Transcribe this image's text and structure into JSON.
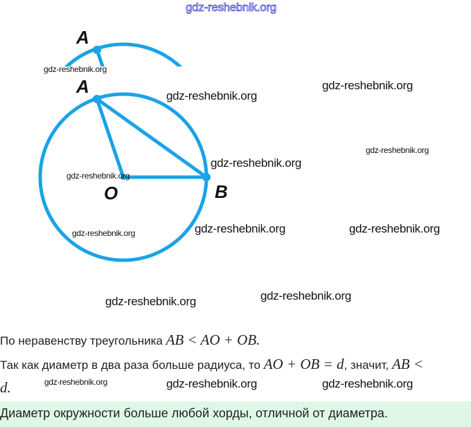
{
  "watermark_top": "gdz-reshebnik.org",
  "watermarks": [
    "gdz-reshebnik.org",
    "gdz-reshebnik.org",
    "gdz-reshebnik.org",
    "gdz-reshebnik.org",
    "gdz-reshebnik.org",
    "gdz-reshebnik.org",
    "gdz-reshebnik.org",
    "gdz-reshebnik.org",
    "gdz-reshebnik.org",
    "gdz-reshebnik.org",
    "gdz-reshebnik.org",
    "gdz-reshebnik.org",
    "gdz-reshebnik.org",
    "gdz-reshebnik.org"
  ],
  "figure": {
    "label_a": "A",
    "label_o": "O",
    "label_b": "B",
    "circle_color": "#1aa3e6"
  },
  "text": {
    "line1_text": "По неравенству треугольника ",
    "line1_math": "AB < AO + OB.",
    "line2_text": "Так как диаметр в два раза больше радиуса, то ",
    "line2_math1": "AO + OB = d",
    "line2_text2": ", значит, ",
    "line2_math2": "AB <",
    "line3_math": "d.",
    "conclusion": "Диаметр окружности больше любой хорды, отличной от диаметра."
  }
}
